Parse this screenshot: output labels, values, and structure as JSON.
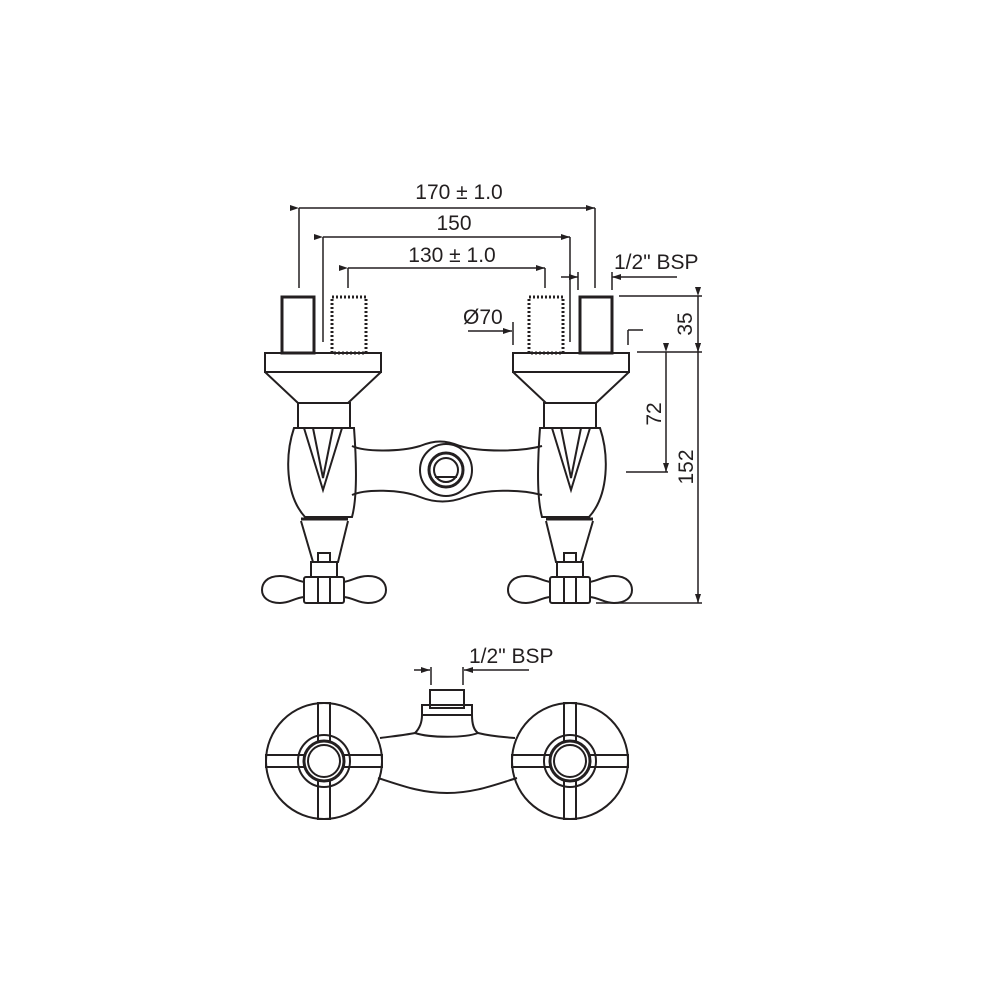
{
  "drawing": {
    "title": "Wall-mounted bath/shower mixer technical drawing",
    "colors": {
      "line": "#231f20",
      "background": "#ffffff"
    },
    "front_view": {
      "dimensions": {
        "overall_width": "170 ± 1.0",
        "outer_centres": "150",
        "inlet_centres": "130 ± 1.0",
        "flange_diameter": "Ø70",
        "inlet_thread": "1/2\" BSP",
        "inlet_projection": "35",
        "outlet_height": "72",
        "total_height": "152"
      }
    },
    "top_view": {
      "dimensions": {
        "outlet_thread": "1/2\" BSP"
      }
    }
  }
}
